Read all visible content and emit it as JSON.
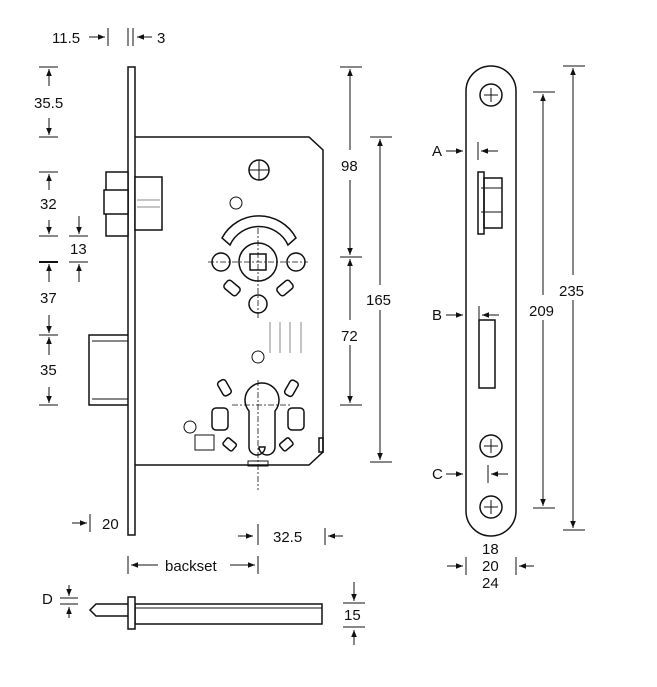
{
  "side_view": {
    "labels": {
      "faceplate_offset": "11.5",
      "faceplate_thickness": "3",
      "top_to_latch": "35.5",
      "latch_height": "32",
      "latch_gap": "13",
      "latch_to_bolt": "37",
      "bolt_height": "35",
      "bolt_throw": "20",
      "case_edge": "32.5",
      "backset": "backset",
      "upper_height": "98",
      "lower_height": "72",
      "case_height": "165"
    }
  },
  "front_view": {
    "labels": {
      "a": "A",
      "b": "B",
      "c": "C",
      "screw_spacing": "209",
      "plate_height": "235",
      "width_1": "18",
      "width_2": "20",
      "width_3": "24"
    }
  },
  "bottom_view": {
    "labels": {
      "d": "D",
      "depth": "15"
    }
  }
}
